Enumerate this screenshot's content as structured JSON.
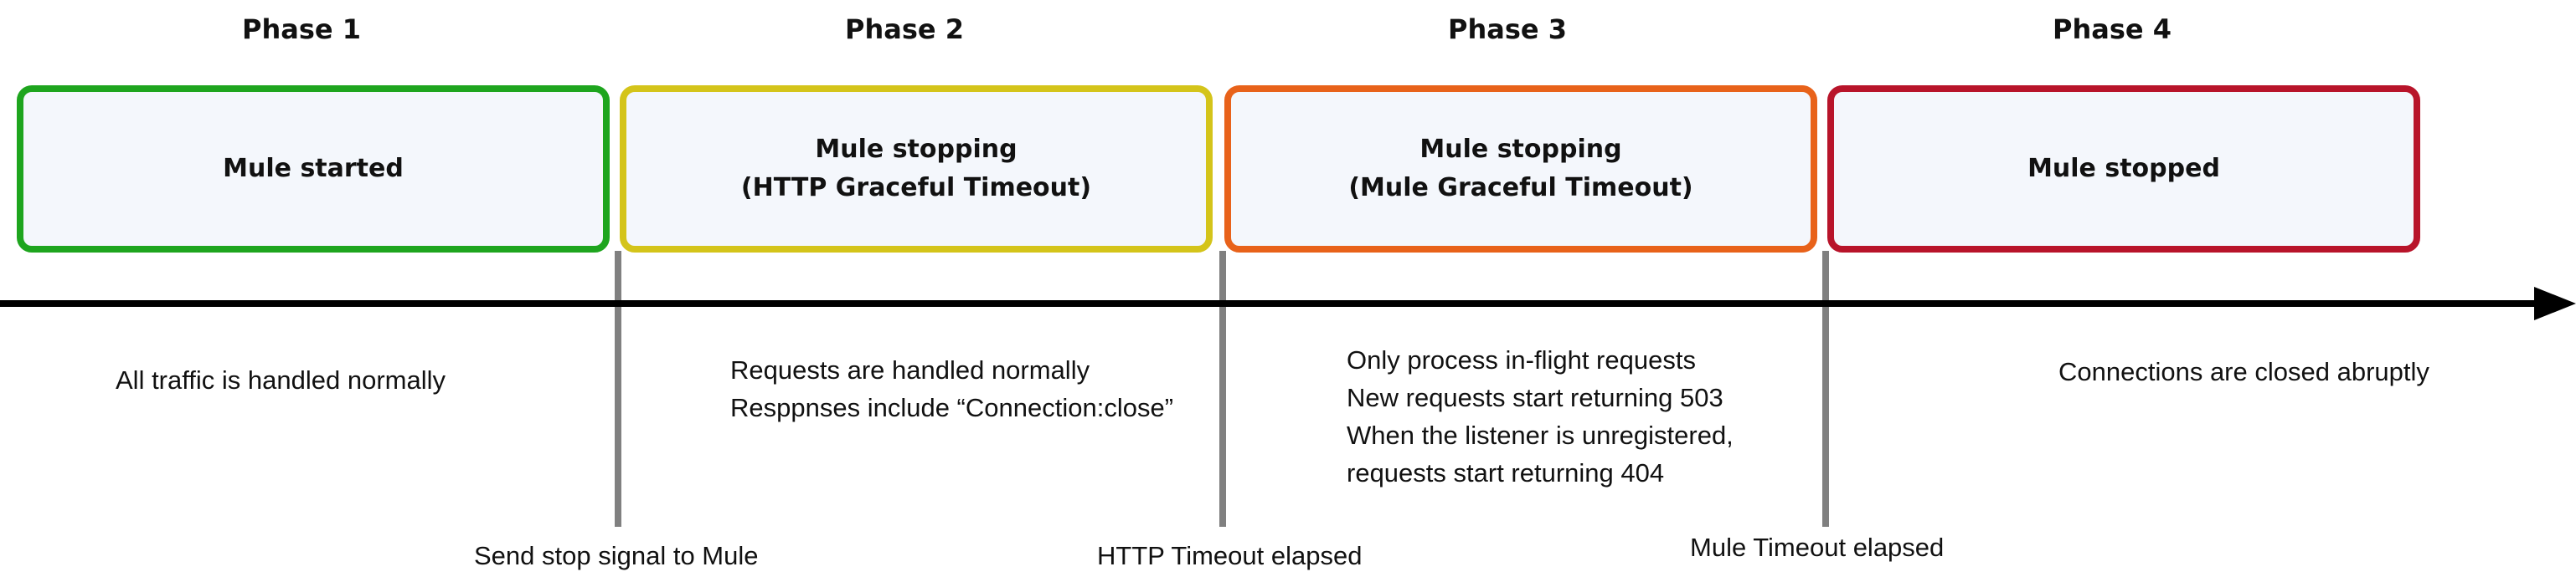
{
  "phases": [
    {
      "title": "Phase 1",
      "box_lines": [
        "Mule started"
      ],
      "border_color": "#1ea51e",
      "description": [
        "All traffic is handled normally"
      ]
    },
    {
      "title": "Phase 2",
      "box_lines": [
        "Mule stopping",
        "(HTTP Graceful Timeout)"
      ],
      "border_color": "#d4c41a",
      "description": [
        "Requests are handled normally",
        "Resppnses include “Connection:close”"
      ]
    },
    {
      "title": "Phase 3",
      "box_lines": [
        "Mule stopping",
        "(Mule Graceful Timeout)"
      ],
      "border_color": "#e8621a",
      "description": [
        "Only process in-flight requests",
        "New requests start returning 503",
        "When the listener is unregistered,",
        "requests start returning 404"
      ]
    },
    {
      "title": "Phase 4",
      "box_lines": [
        "Mule stopped"
      ],
      "border_color": "#b8142a",
      "description": [
        "Connections are closed abruptly"
      ]
    }
  ],
  "events": [
    {
      "label": "Send stop signal to Mule"
    },
    {
      "label": "HTTP Timeout elapsed"
    },
    {
      "label": "Mule Timeout elapsed"
    }
  ],
  "colors": {
    "box_fill": "#f4f7fc",
    "axis": "#000000",
    "divider": "#808080"
  }
}
